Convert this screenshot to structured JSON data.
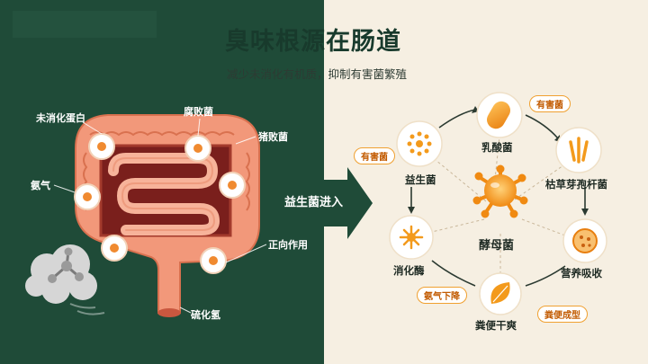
{
  "header": {
    "title": "臭味根源在肠道",
    "subtitle": "减少未消化有机质，抑制有害菌繁殖"
  },
  "left_panel": {
    "labels": {
      "undigested_protein": "未消化蛋白",
      "putrefactive_bacteria": "腐败菌",
      "pig_bacteria": "猪败菌",
      "ammonia": "氨气",
      "positive_effect": "正向作用",
      "hydrogen_sulfide": "硫化氢"
    }
  },
  "arrow": {
    "label": "益生菌进入"
  },
  "right_panel": {
    "center": "酵母菌",
    "nodes": {
      "lactobacillus": "乳酸菌",
      "probiotic": "益生菌",
      "bacillus_subtilis": "枯草芽孢杆菌",
      "digestive_enzyme": "消化酶",
      "nutrient_absorption": "营养吸收",
      "dry_feces": "粪便干爽"
    },
    "tags": {
      "harmful_left": "有害菌",
      "harmful_top": "有害菌",
      "ammonia_down": "氨气下降",
      "feces_formed": "粪便成型"
    }
  },
  "colors": {
    "dark_green": "#1f4b38",
    "cream": "#f6efe2",
    "orange": "#f39a1c",
    "intestine": "#f2987a"
  }
}
